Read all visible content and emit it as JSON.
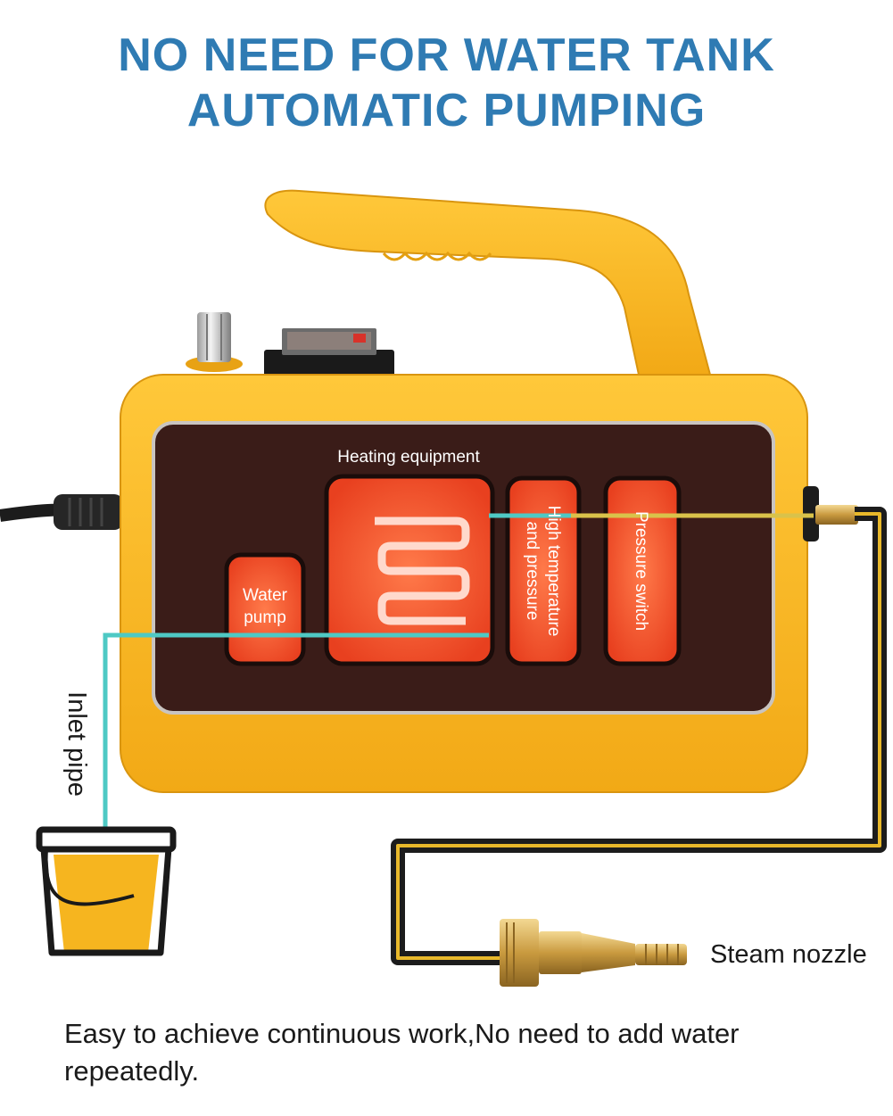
{
  "headline": {
    "line1": "NO NEED FOR WATER TANK",
    "line2": "AUTOMATIC PUMPING"
  },
  "labels": {
    "heating_equipment": "Heating equipment",
    "water_pump_line1": "Water",
    "water_pump_line2": "pump",
    "high_temp_line1": "High temperature",
    "high_temp_line2": "and pressure",
    "pressure_switch": "Pressure switch",
    "inlet_pipe": "Inlet pipe",
    "steam_nozzle": "Steam nozzle"
  },
  "caption": "Easy to achieve continuous work,No need to add water repeatedly.",
  "colors": {
    "headline": "#2f7bb3",
    "body_yellow": "#f6b51f",
    "panel": "#3a1c18",
    "component_red": "#f2502a",
    "water_line": "#4ec9c4",
    "steam_line": "#d9c24a"
  }
}
